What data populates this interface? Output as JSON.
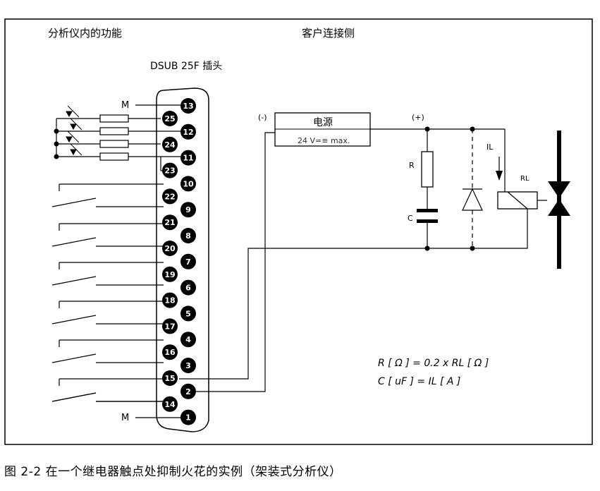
{
  "labels": {
    "analyzer_side": "分析仪内的功能",
    "customer_side": "客户连接侧",
    "connector": "DSUB 25F 插头",
    "ground": "M",
    "minus": "(-)",
    "plus": "(+)",
    "power_title": "电源",
    "power_spec": "24 V=≡ max.",
    "resistor": "R",
    "capacitor": "C",
    "current": "IL",
    "relay": "RL",
    "formula_r": "R [ Ω ] = 0.2 x RL [ Ω ]",
    "formula_c": "C [ uF ] = IL [ A ]"
  },
  "pins": {
    "odd": [
      "13",
      "12",
      "11",
      "10",
      "9",
      "8",
      "7",
      "6",
      "5",
      "4",
      "3",
      "2",
      "1"
    ],
    "even": [
      "25",
      "24",
      "23",
      "22",
      "21",
      "20",
      "19",
      "18",
      "17",
      "16",
      "15",
      "14"
    ]
  },
  "caption": "图 2-2 在一个继电器触点处抑制火花的实例（架装式分析仪）"
}
